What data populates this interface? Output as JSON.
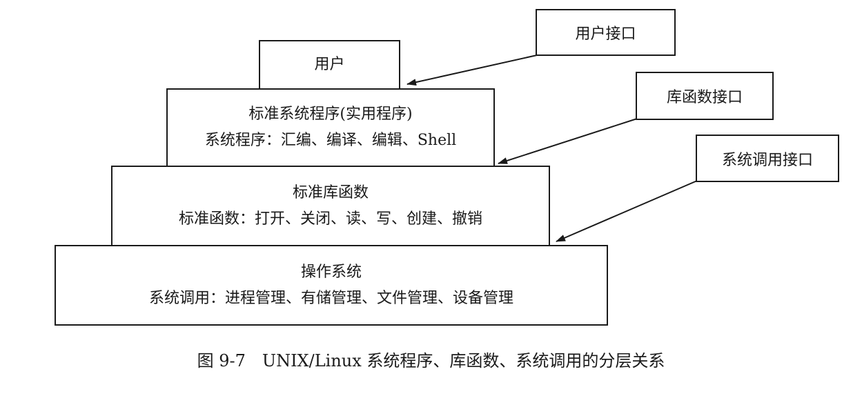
{
  "layers": {
    "user": {
      "title": "用户"
    },
    "system_programs": {
      "title": "标准系统程序(实用程序)",
      "detail": "系统程序：汇编、编译、编辑、Shell"
    },
    "library": {
      "title": "标准库函数",
      "detail": "标准函数：打开、关闭、读、写、创建、撤销"
    },
    "os": {
      "title": "操作系统",
      "detail": "系统调用：进程管理、有储管理、文件管理、设备管理"
    }
  },
  "interfaces": {
    "user_interface": "用户接口",
    "library_interface": "库函数接口",
    "syscall_interface": "系统调用接口"
  },
  "caption": "图 9-7　UNIX/Linux 系统程序、库函数、系统调用的分层关系"
}
